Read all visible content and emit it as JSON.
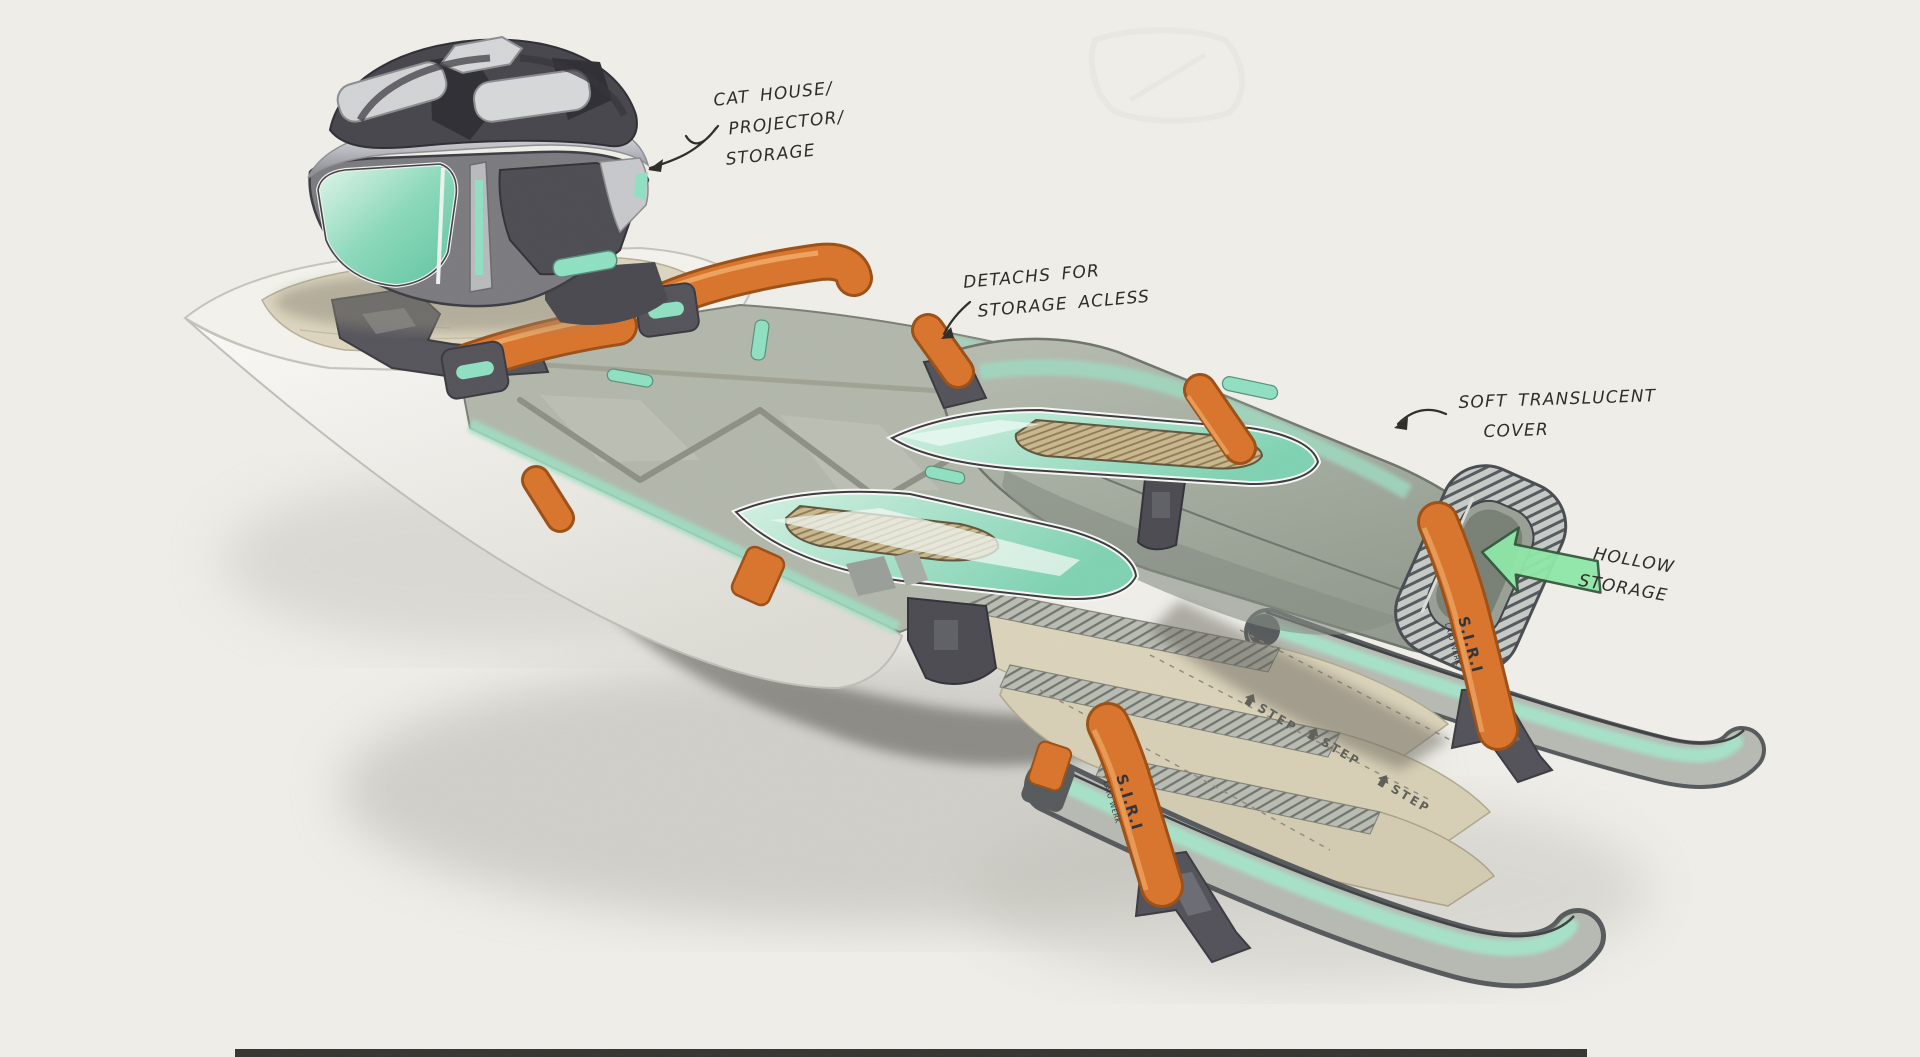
{
  "annotations": {
    "cat_house": {
      "line1": "CAT HOUSE/",
      "line2": "PROJECTOR/",
      "line3": "STORAGE"
    },
    "detach": {
      "line1": "DETACHS FOR",
      "line2": "STORAGE ACLESS"
    },
    "soft_cover": {
      "line1": "SOFT TRANSLUCENT",
      "line2": "COVER"
    },
    "hollow": {
      "line1": "HOLLOW",
      "line2": "STORAGE"
    }
  },
  "deck_markings": {
    "step_label": "STEP"
  },
  "strap_brand": {
    "name": "S.I.R.I",
    "maker": "LAIO WERK"
  },
  "palette": {
    "paper": "#efeee9",
    "ink": "#2f2d28",
    "orange": "#d9752e",
    "teal_glow": "#9fdfc3",
    "mint": "#a5e6cb",
    "frame_gray": "#b2b7ab",
    "deck_beige": "#dcd4bc",
    "charcoal": "#47464c",
    "dark_metal": "#55545b",
    "green_arrow": "#8fe8a8"
  }
}
